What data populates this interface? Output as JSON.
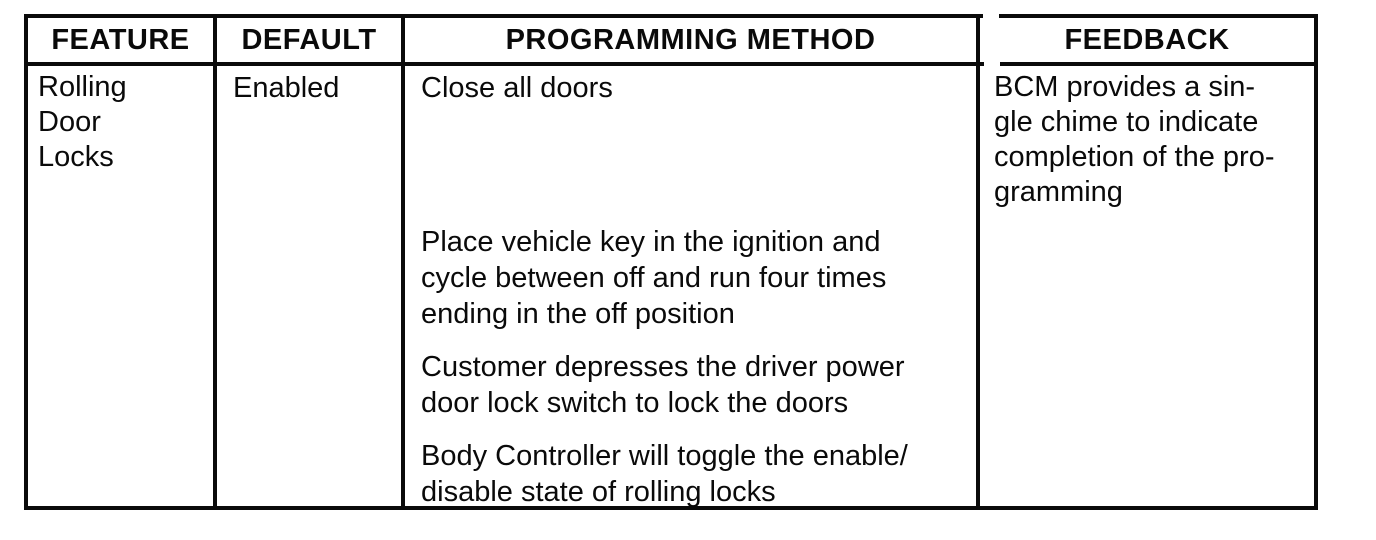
{
  "page": {
    "background": "#ffffff",
    "ink": "#0a0a0a"
  },
  "table": {
    "headers": [
      {
        "label": "FEATURE"
      },
      {
        "label": "DEFAULT"
      },
      {
        "label": "PROGRAMMING METHOD"
      },
      {
        "label": "FEEDBACK"
      }
    ],
    "row": {
      "feature": {
        "lines": [
          "Rolling",
          "Door",
          "Locks"
        ]
      },
      "default_value": "Enabled",
      "programming": [
        {
          "lines": [
            "Close all doors"
          ]
        },
        {
          "lines": [
            "Place vehicle key in the ignition and",
            "cycle between off and run four times",
            "ending in the off position"
          ]
        },
        {
          "lines": [
            "Customer depresses the driver power",
            "door lock switch to lock the doors"
          ]
        },
        {
          "lines": [
            "Body Controller will toggle the enable/",
            "disable state of rolling locks"
          ]
        }
      ],
      "feedback": {
        "lines": [
          "BCM provides a sin-",
          "gle chime to indicate",
          "completion of the pro-",
          "gramming"
        ]
      }
    }
  }
}
